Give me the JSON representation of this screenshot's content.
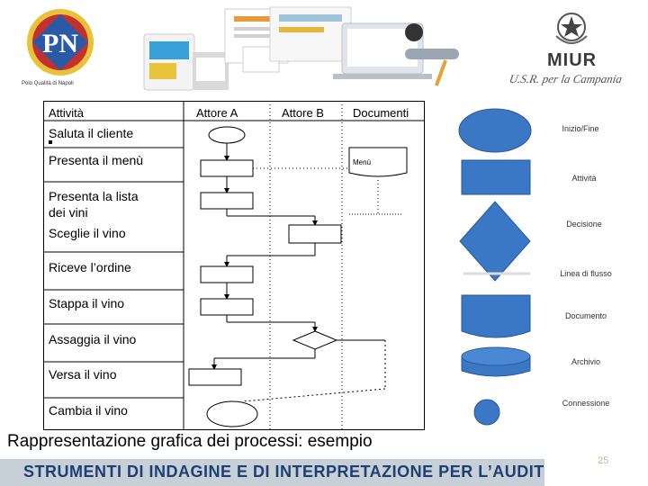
{
  "header": {
    "logo_caption": "Polo Qualità di Napoli",
    "ministry_title": "MIUR",
    "ministry_subtitle": "U.S.R. per la Campania"
  },
  "table": {
    "headers": [
      "Attività",
      "Attore A",
      "Attore B",
      "Documenti"
    ],
    "activities": [
      "Saluta il cliente",
      "Presenta il menù",
      "Presenta la lista",
      "dei vini",
      "Sceglie il vino",
      "Riceve l’ordine",
      "Stappa il vino",
      "Assaggia il vino",
      "Versa il vino",
      "Cambia il vino"
    ],
    "document_label": "Menù"
  },
  "legend": {
    "items": [
      "Inizio/Fine",
      "Attività",
      "Decisione",
      "Linea di flusso",
      "Documento",
      "Archivio",
      "Connessione"
    ],
    "color": "#3a77c4"
  },
  "footer": {
    "caption": "Rappresentazione grafica dei processi: esempio",
    "banner": "STRUMENTI DI INDAGINE E DI INTERPRETAZIONE PER L’AUDIT",
    "page_number": "25"
  }
}
